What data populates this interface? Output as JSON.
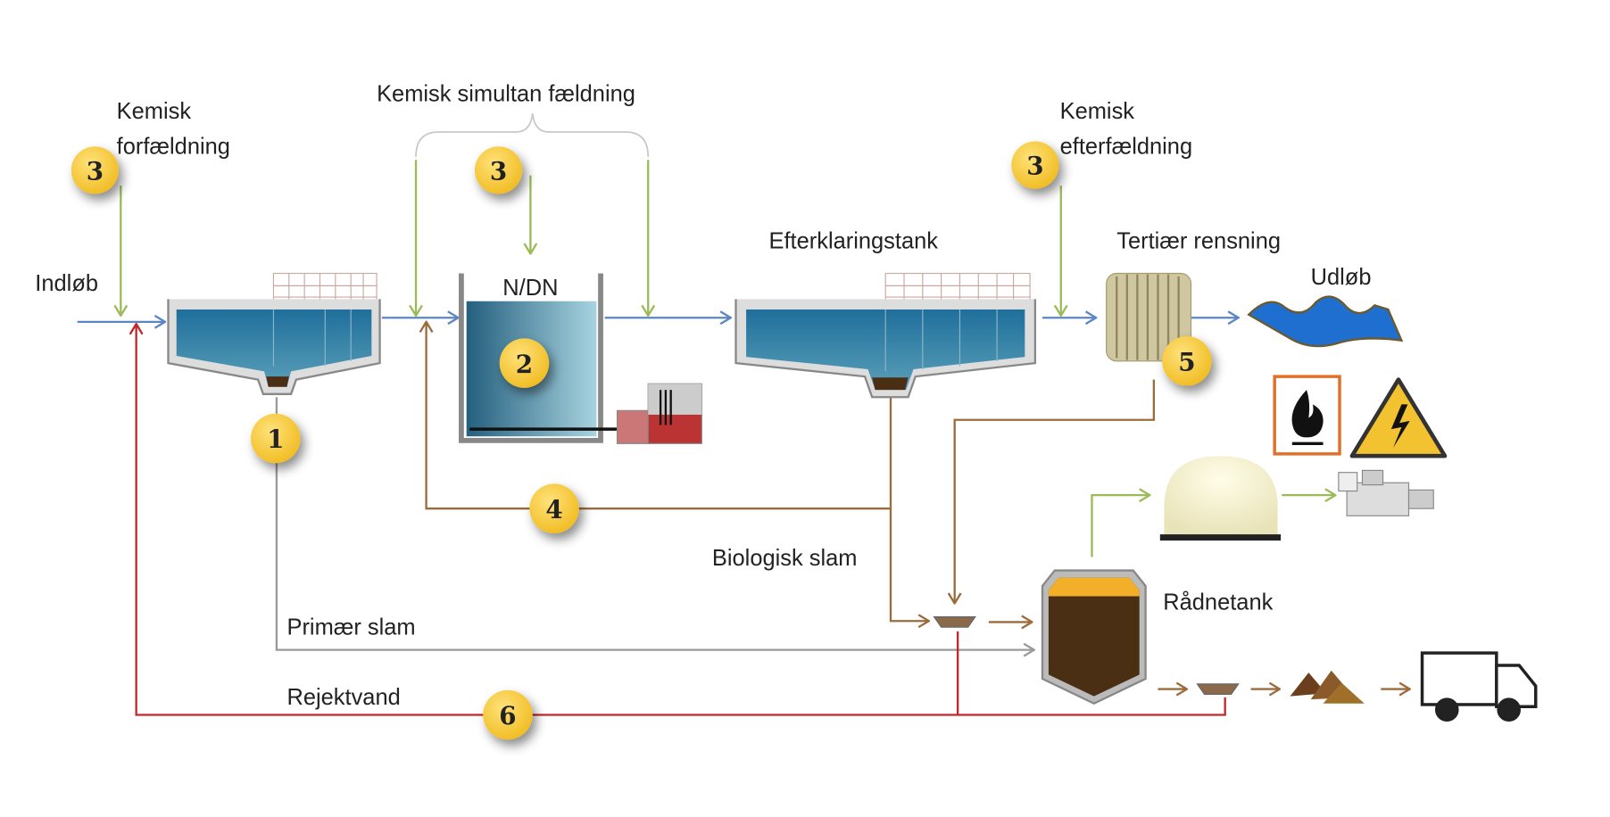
{
  "labels": {
    "pre_precipitation": [
      "Kemisk",
      "forfældning"
    ],
    "simultaneous_precipitation": "Kemisk simultan fældning",
    "post_precipitation": [
      "Kemisk",
      "efterfældning"
    ],
    "inlet": "Indløb",
    "ndn_tank": "N/DN",
    "secondary_clarifier": "Efterklaringstank",
    "tertiary_treatment": "Tertiær rensning",
    "outlet": "Udløb",
    "biological_sludge": "Biologisk slam",
    "primary_sludge": "Primær slam",
    "digester": "Rådnetank",
    "reject_water": "Rejektvand"
  },
  "badges": {
    "pre": "3",
    "simultaneous": "3",
    "post": "3",
    "primary": "1",
    "ndn": "2",
    "return_sludge": "4",
    "tertiary": "5",
    "reject": "6"
  },
  "colors": {
    "water_flow": "#5b86c4",
    "chemical": "#9bbb59",
    "sludge": "#9c6b3c",
    "primary_sludge": "#9a9a9a",
    "reject_water": "#c0282b",
    "badge": "#f2c230",
    "water": "#2f7fa8"
  }
}
